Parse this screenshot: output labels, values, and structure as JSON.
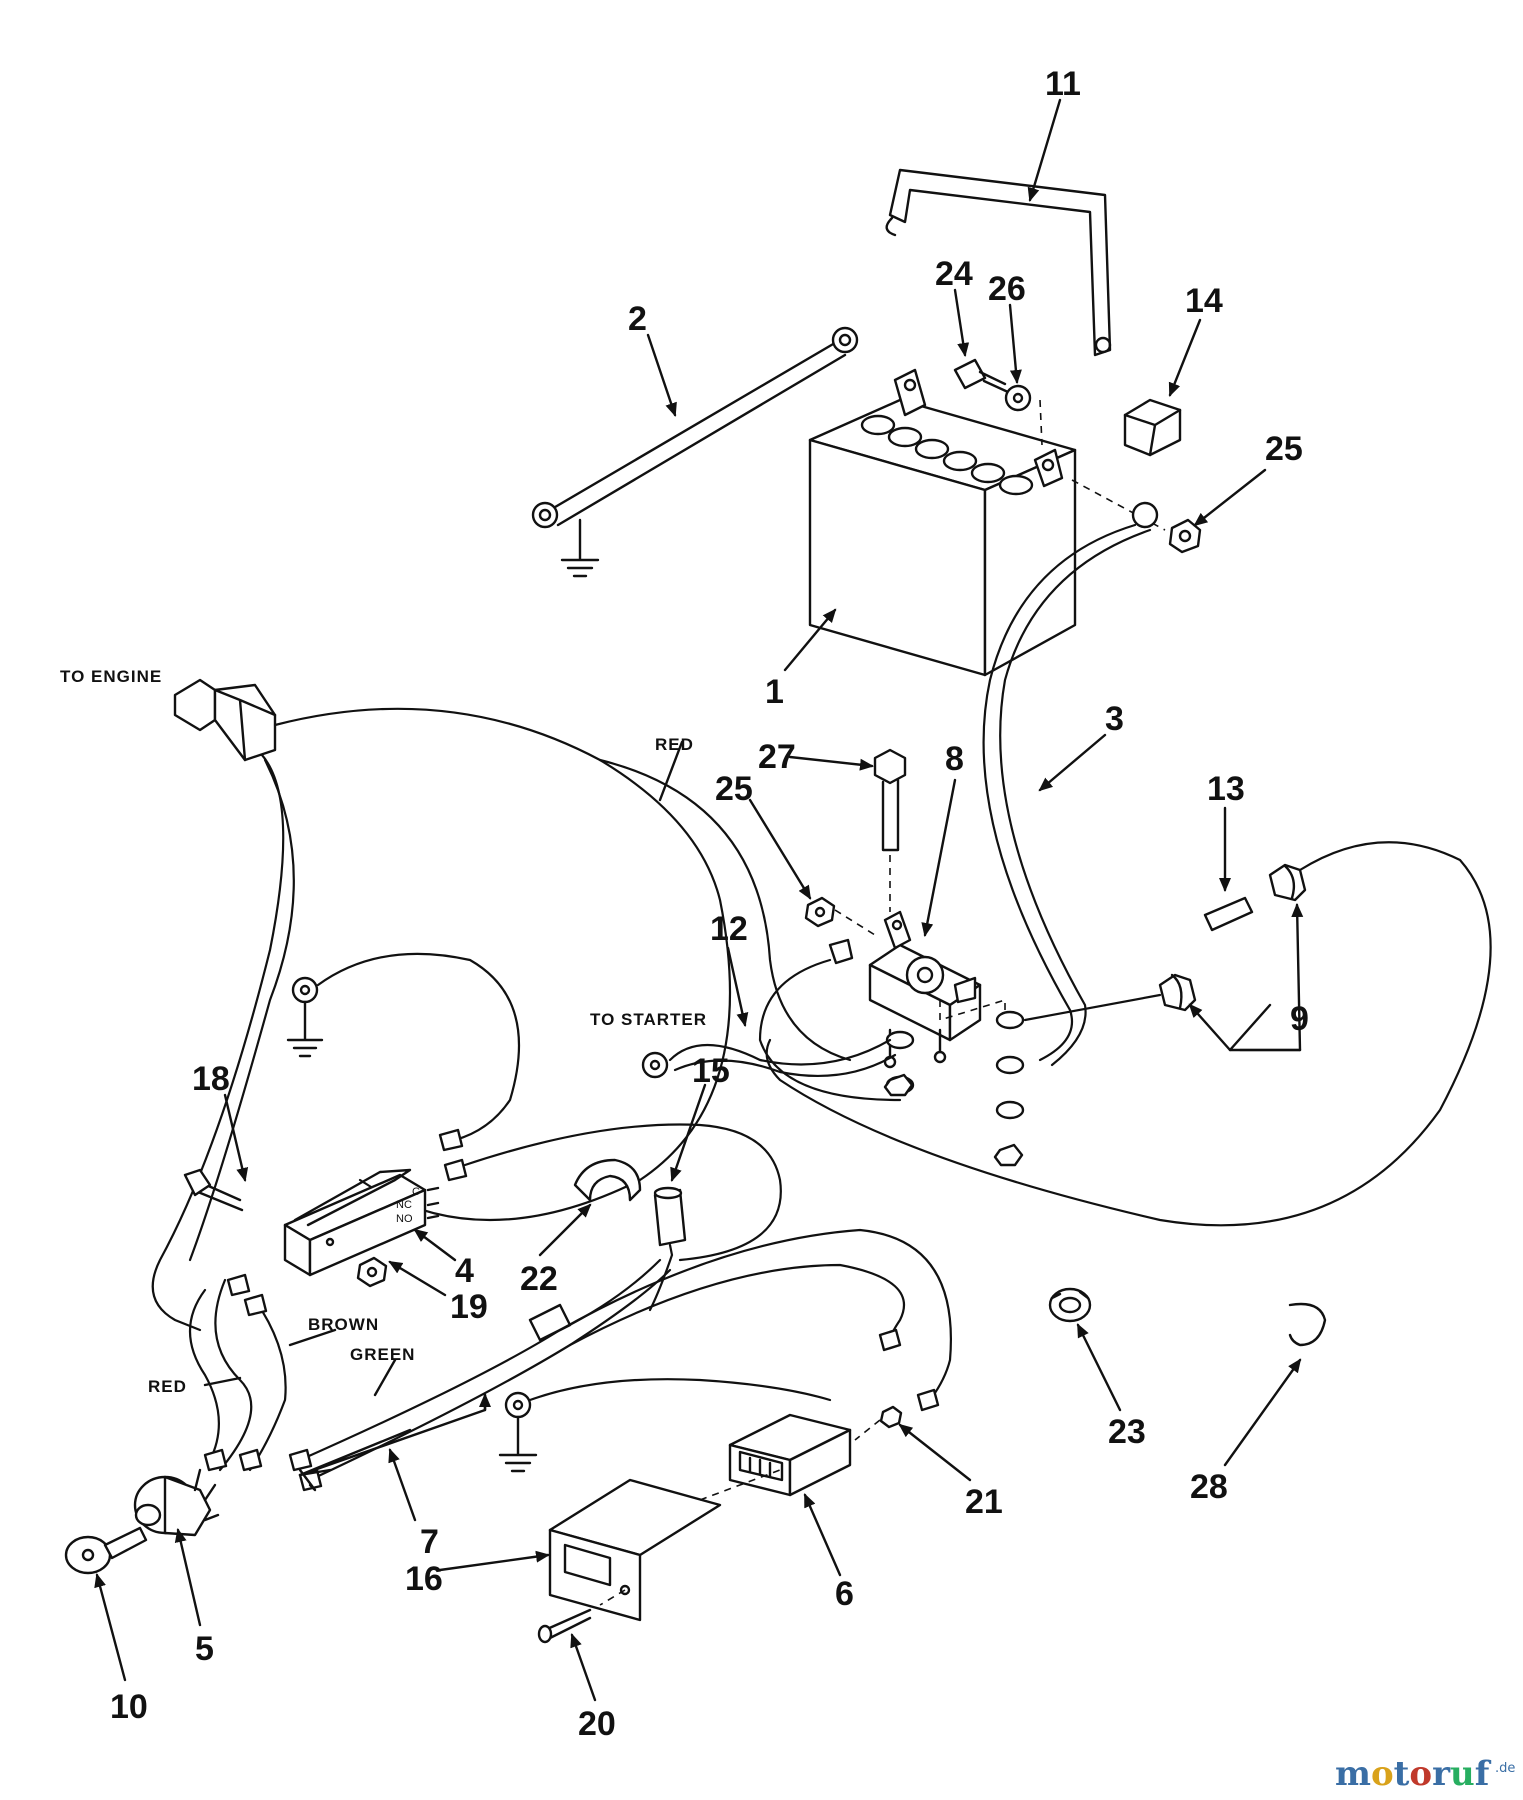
{
  "labels": {
    "to_engine": "TO ENGINE",
    "to_starter": "TO STARTER",
    "red_top": "RED",
    "red_left": "RED",
    "brown": "BROWN",
    "green": "GREEN",
    "nc": "NC",
    "no": "NO",
    "c": "C"
  },
  "parts": {
    "p1": "1",
    "p2": "2",
    "p3": "3",
    "p4": "4",
    "p5": "5",
    "p6": "6",
    "p7": "7",
    "p8": "8",
    "p9": "9",
    "p10": "10",
    "p11": "11",
    "p12": "12",
    "p13": "13",
    "p14": "14",
    "p15": "15",
    "p16": "16",
    "p18": "18",
    "p19": "19",
    "p20": "20",
    "p21": "21",
    "p22": "22",
    "p23": "23",
    "p24": "24",
    "p25a": "25",
    "p25b": "25",
    "p26": "26",
    "p27": "27",
    "p28": "28"
  },
  "watermark": {
    "letters": [
      "m",
      "o",
      "t",
      "o",
      "r",
      "u",
      "f"
    ],
    "suffix": ".de",
    "colors": [
      "#3a6ea5",
      "#d9a21b",
      "#3a6ea5",
      "#c0392b",
      "#3a6ea5",
      "#27ae60",
      "#3a6ea5"
    ]
  }
}
